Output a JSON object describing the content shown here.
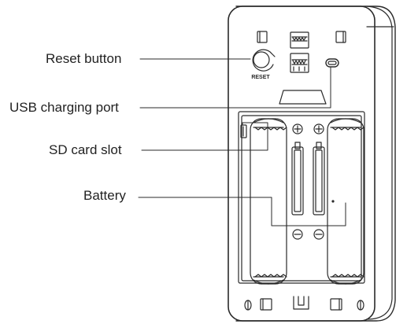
{
  "callouts": {
    "reset": "Reset button",
    "usb": "USB charging port",
    "sd": "SD card slot",
    "battery": "Battery"
  },
  "device": {
    "reset_mark": "RESET"
  },
  "colors": {
    "stroke": "#2a2a2a",
    "text": "#222222",
    "background": "#ffffff"
  }
}
